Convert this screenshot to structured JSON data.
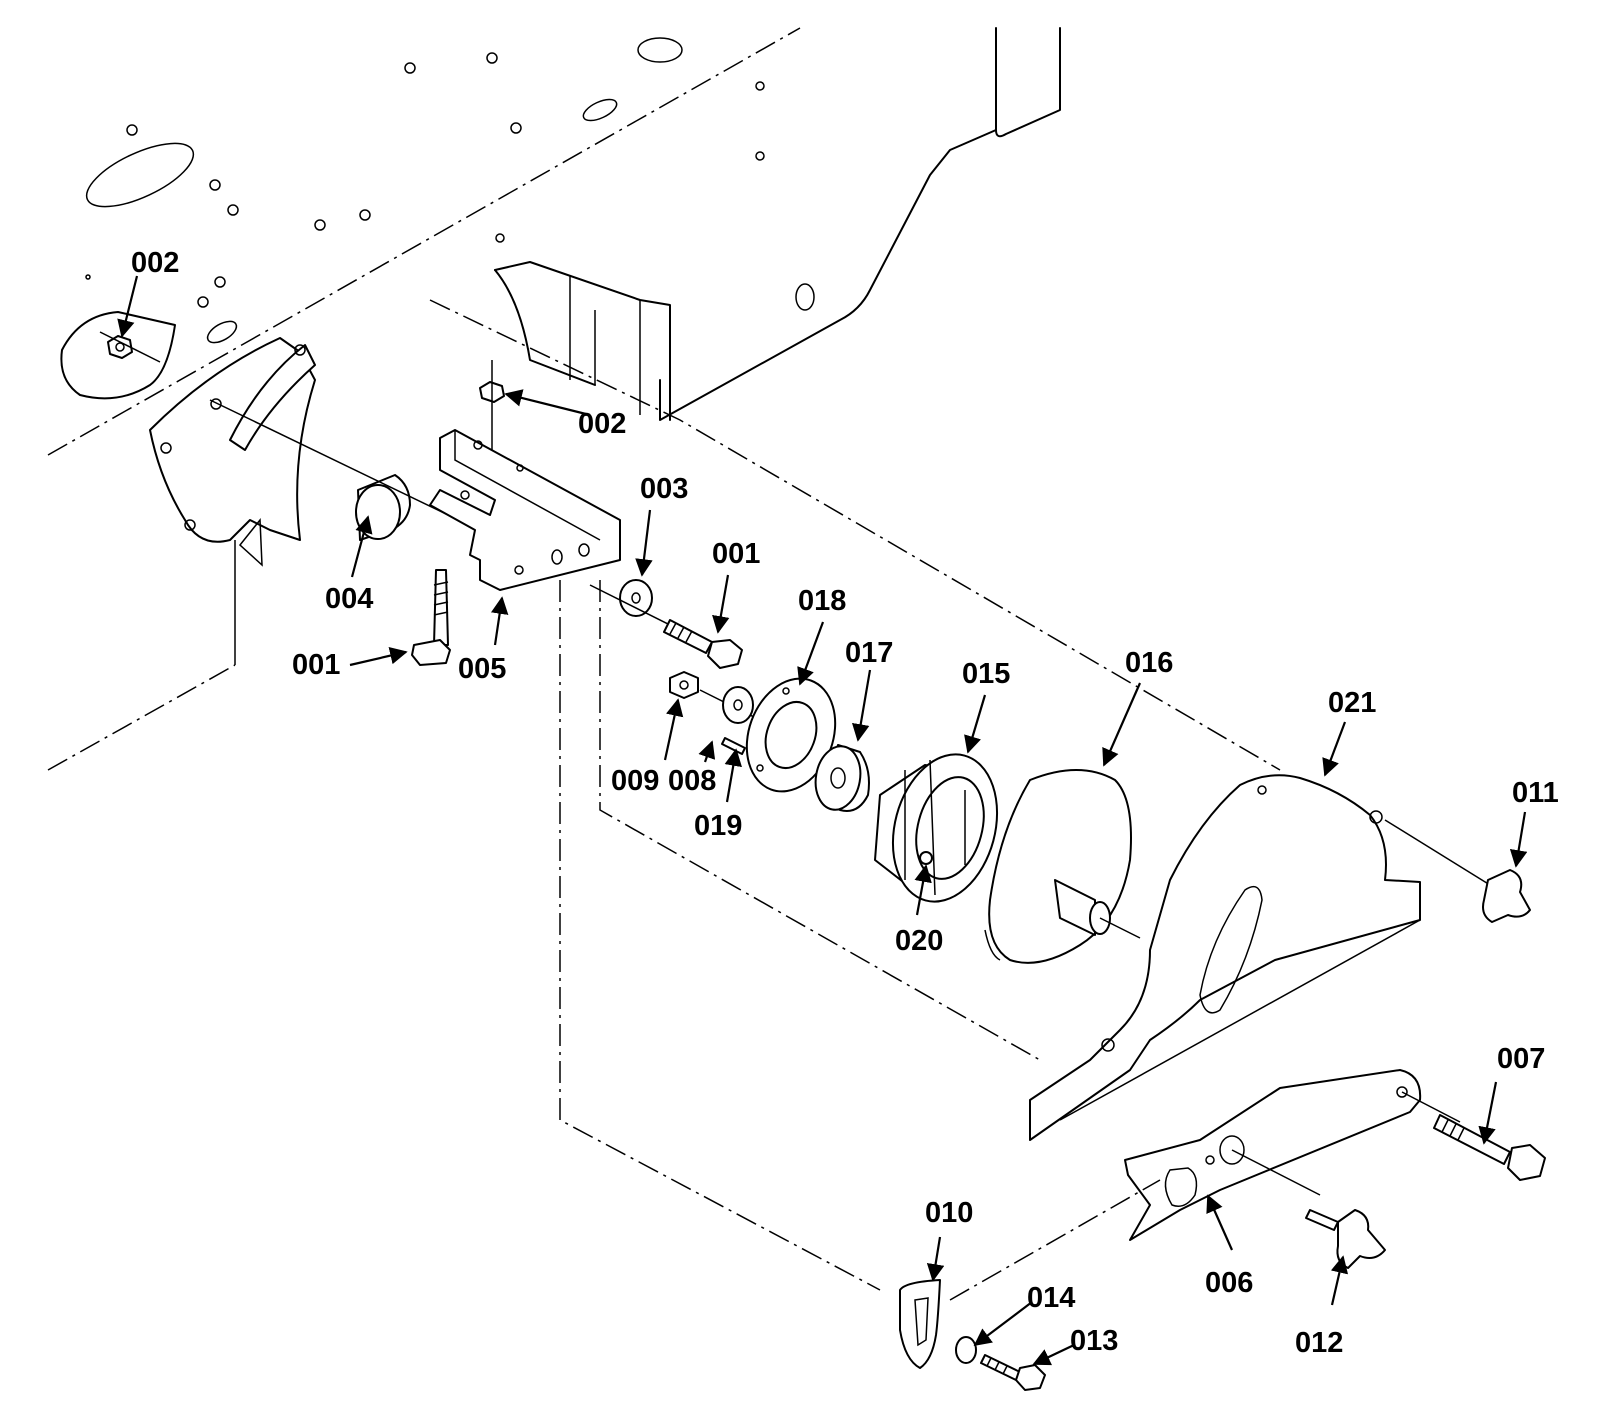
{
  "callouts": {
    "c002a": "002",
    "c002b": "002",
    "c003": "003",
    "c001a": "001",
    "c001b": "001",
    "c004": "004",
    "c005": "005",
    "c018": "018",
    "c017": "017",
    "c015": "015",
    "c016": "016",
    "c021": "021",
    "c011": "011",
    "c009": "009",
    "c008": "008",
    "c019": "019",
    "c020": "020",
    "c007": "007",
    "c010": "010",
    "c014": "014",
    "c013": "013",
    "c006": "006",
    "c012": "012"
  }
}
